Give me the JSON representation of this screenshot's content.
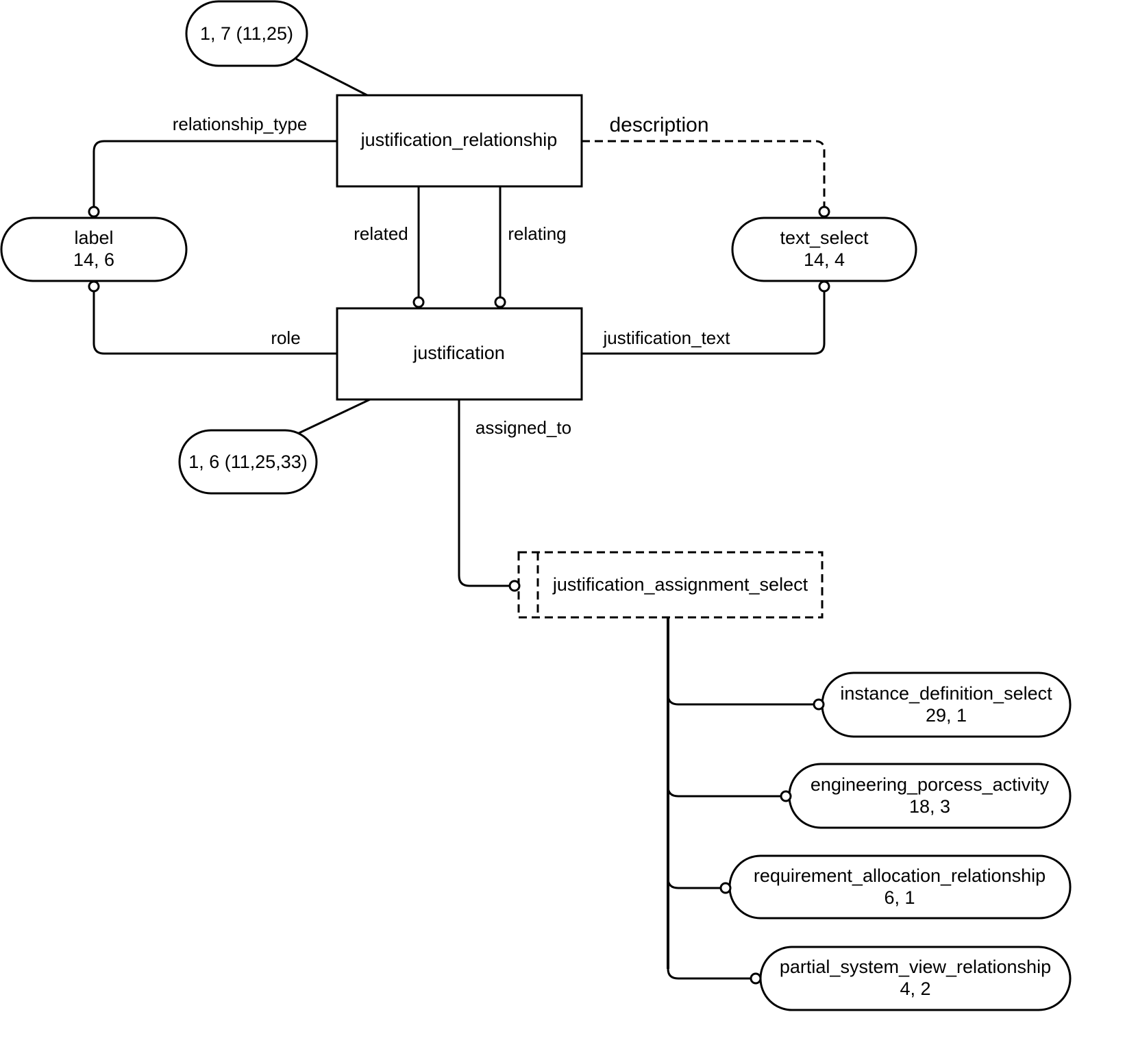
{
  "diagram": {
    "type": "EXPRESS-G schema diagram",
    "entities": {
      "justification_relationship": {
        "name": "justification_relationship"
      },
      "justification": {
        "name": "justification"
      }
    },
    "select_types": {
      "justification_assignment_select": {
        "name": "justification_assignment_select"
      }
    },
    "references": {
      "label": {
        "name": "label",
        "ref": "14, 6"
      },
      "text_select": {
        "name": "text_select",
        "ref": "14, 4"
      },
      "instance_definition_select": {
        "name": "instance_definition_select",
        "ref": "29, 1"
      },
      "engineering_process_activity": {
        "name": "engineering_porcess_activity",
        "ref": "18, 3"
      },
      "requirement_allocation_relationship": {
        "name": "requirement_allocation_relationship",
        "ref": "6, 1"
      },
      "partial_system_view_relationship": {
        "name": "partial_system_view_relationship",
        "ref": "4, 2"
      }
    },
    "page_refs": {
      "justification_relationship_ref": "1, 7 (11,25)",
      "justification_ref": "1, 6 (11,25,33)"
    },
    "attributes": {
      "relationship_type": "relationship_type",
      "description": "description",
      "related": "related",
      "relating": "relating",
      "role": "role",
      "justification_text": "justification_text",
      "assigned_to": "assigned_to"
    },
    "relations": [
      {
        "from": "justification_relationship",
        "attribute": "relationship_type",
        "to": "label",
        "optional": false
      },
      {
        "from": "justification_relationship",
        "attribute": "description",
        "to": "text_select",
        "optional": true
      },
      {
        "from": "justification_relationship",
        "attribute": "related",
        "to": "justification",
        "optional": false
      },
      {
        "from": "justification_relationship",
        "attribute": "relating",
        "to": "justification",
        "optional": false
      },
      {
        "from": "justification",
        "attribute": "role",
        "to": "label",
        "optional": false
      },
      {
        "from": "justification",
        "attribute": "justification_text",
        "to": "text_select",
        "optional": false
      },
      {
        "from": "justification",
        "attribute": "assigned_to",
        "to": "justification_assignment_select",
        "optional": false
      },
      {
        "from": "justification_assignment_select",
        "attribute": "",
        "to": "instance_definition_select",
        "optional": false
      },
      {
        "from": "justification_assignment_select",
        "attribute": "",
        "to": "engineering_porcess_activity",
        "optional": false
      },
      {
        "from": "justification_assignment_select",
        "attribute": "",
        "to": "requirement_allocation_relationship",
        "optional": false
      },
      {
        "from": "justification_assignment_select",
        "attribute": "",
        "to": "partial_system_view_relationship",
        "optional": false
      }
    ]
  }
}
